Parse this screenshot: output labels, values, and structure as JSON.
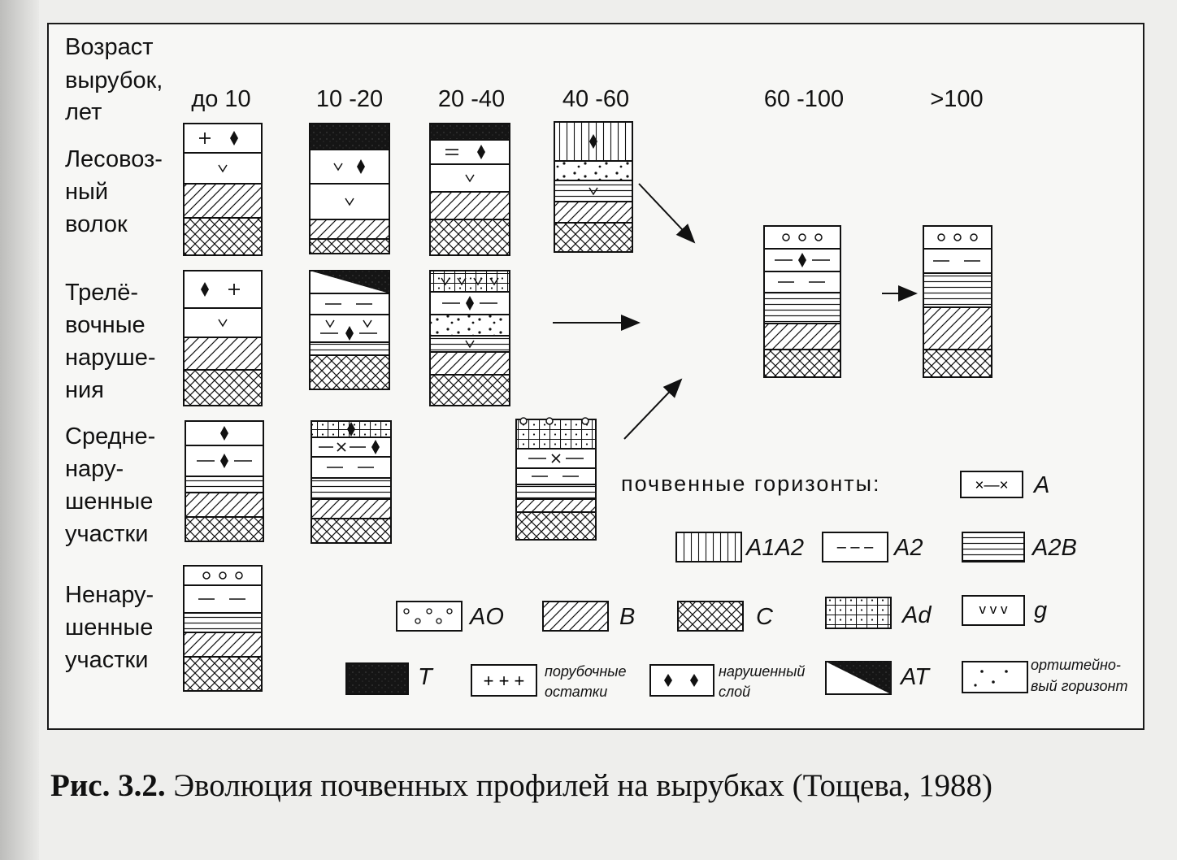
{
  "diagram": {
    "age_label": [
      "Возраст",
      "вырубок,",
      "лет"
    ],
    "age_columns": [
      "до 10",
      "10 -20",
      "20 -40",
      "40 -60",
      "60 -100",
      ">100"
    ],
    "row_labels": [
      [
        "Лесовоз-",
        "ный",
        "волок"
      ],
      [
        "Трелё-",
        "вочные",
        "наруше-",
        "ния"
      ],
      [
        "Средне-",
        "нару-",
        "шенные",
        "участки"
      ],
      [
        "Ненару-",
        "шенные",
        "участки"
      ]
    ],
    "profiles": [
      {
        "id": "logging-road-0-10",
        "layers": [
          [
            "plain",
            36,
            [
              "plus",
              "diamond"
            ]
          ],
          [
            "plain",
            38,
            [
              "v"
            ]
          ],
          [
            "B",
            42
          ],
          [
            "C",
            46
          ]
        ]
      },
      {
        "id": "logging-road-10-20",
        "layers": [
          [
            "T",
            32
          ],
          [
            "plain",
            42,
            [
              "v",
              "diamond"
            ]
          ],
          [
            "plain",
            44,
            [
              "v"
            ]
          ],
          [
            "B",
            24
          ],
          [
            "C",
            18
          ]
        ]
      },
      {
        "id": "logging-road-20-40",
        "layers": [
          [
            "T",
            20
          ],
          [
            "plain",
            30,
            [
              "equals",
              "diamond"
            ]
          ],
          [
            "plain",
            34,
            [
              "v"
            ]
          ],
          [
            "B",
            34
          ],
          [
            "C",
            44
          ]
        ]
      },
      {
        "id": "logging-road-40-60",
        "layers": [
          [
            "A1A2",
            48,
            [
              "diamond"
            ]
          ],
          [
            "ortstein",
            24
          ],
          [
            "A2B",
            26,
            [
              "v"
            ]
          ],
          [
            "B",
            26
          ],
          [
            "C",
            36
          ]
        ]
      },
      {
        "id": "logging-road-60-100",
        "layers": [
          [
            "plain",
            28,
            [
              "circles"
            ]
          ],
          [
            "plain",
            28,
            [
              "dash-diamond"
            ]
          ],
          [
            "plain",
            26,
            [
              "dashes"
            ]
          ],
          [
            "A2B",
            38
          ],
          [
            "B",
            32
          ],
          [
            "C",
            34
          ]
        ]
      },
      {
        "id": "logging-road-100plus",
        "layers": [
          [
            "plain",
            28,
            [
              "circles"
            ]
          ],
          [
            "plain",
            30,
            [
              "dashes"
            ]
          ],
          [
            "A2B",
            42
          ],
          [
            "B",
            52
          ],
          [
            "C",
            34
          ]
        ]
      },
      {
        "id": "skidding-0-10",
        "layers": [
          [
            "plain",
            46,
            [
              "diamond",
              "plus"
            ]
          ],
          [
            "plain",
            36,
            [
              "v"
            ]
          ],
          [
            "B",
            40
          ],
          [
            "C",
            44
          ]
        ]
      },
      {
        "id": "skidding-10-20",
        "layers": [
          [
            "AT",
            28
          ],
          [
            "plain",
            26,
            [
              "dashes"
            ]
          ],
          [
            "plain",
            34,
            [
              "v-dash-diamond"
            ]
          ],
          [
            "A2B",
            16
          ],
          [
            "C",
            42
          ]
        ]
      },
      {
        "id": "skidding-20-40",
        "layers": [
          [
            "Ad",
            26,
            [
              "v-row"
            ]
          ],
          [
            "plain",
            28,
            [
              "dash-diamond"
            ]
          ],
          [
            "ortstein",
            26
          ],
          [
            "A2B",
            20,
            [
              "v"
            ]
          ],
          [
            "B",
            28
          ],
          [
            "C",
            38
          ]
        ]
      },
      {
        "id": "medium-0-10",
        "layers": [
          [
            "plain",
            30,
            [
              "diamond"
            ]
          ],
          [
            "plain",
            38,
            [
              "dash-diamond"
            ]
          ],
          [
            "A2B",
            20
          ],
          [
            "B",
            30
          ],
          [
            "C",
            30
          ]
        ]
      },
      {
        "id": "medium-10-20",
        "layers": [
          [
            "Ad",
            20,
            [
              "diamond"
            ]
          ],
          [
            "plain",
            24,
            [
              "dash-x-diamond"
            ]
          ],
          [
            "plain",
            26,
            [
              "dashes"
            ]
          ],
          [
            "A2B",
            26
          ],
          [
            "B",
            24
          ],
          [
            "C",
            30
          ]
        ]
      },
      {
        "id": "medium-40-60",
        "layers": [
          [
            "Ad",
            36,
            [
              "top-circles"
            ]
          ],
          [
            "plain",
            24,
            [
              "dash-x"
            ]
          ],
          [
            "plain",
            20,
            [
              "dashes"
            ]
          ],
          [
            "A2B",
            18
          ],
          [
            "B",
            16
          ],
          [
            "C",
            34
          ]
        ]
      },
      {
        "id": "undisturbed",
        "layers": [
          [
            "plain",
            24,
            [
              "circles"
            ]
          ],
          [
            "plain",
            34,
            [
              "dashes"
            ]
          ],
          [
            "A2B",
            24
          ],
          [
            "B",
            30
          ],
          [
            "C",
            42
          ]
        ]
      }
    ],
    "legend": {
      "title": "почвенные горизонты:",
      "items": [
        {
          "code": "A",
          "symbol": "×—×"
        },
        {
          "code": "A1A2"
        },
        {
          "code": "A2",
          "symbol": "– – –"
        },
        {
          "code": "A2B"
        },
        {
          "code": "AO"
        },
        {
          "code": "B"
        },
        {
          "code": "C"
        },
        {
          "code": "Ad"
        },
        {
          "code": "g",
          "symbol": "v v v"
        },
        {
          "code": "T"
        },
        {
          "code": "+ + +",
          "desc": [
            "порубочные",
            "остатки"
          ]
        },
        {
          "code": "nar",
          "desc": [
            "нарушенный",
            "слой"
          ]
        },
        {
          "code": "AT"
        },
        {
          "code": "ort",
          "desc": [
            "ортштейно-",
            "вый горизонт"
          ]
        }
      ]
    }
  },
  "caption": {
    "label": "Рис. 3.2.",
    "text": " Эволюция почвенных профилей на вырубках (Тощева, 1988)"
  }
}
